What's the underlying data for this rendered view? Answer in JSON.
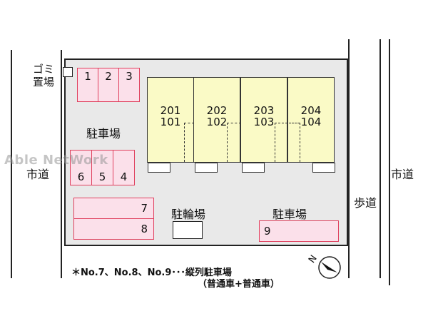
{
  "watermark": "Able NetWork",
  "labels": {
    "gomi_line1": "ゴミ",
    "gomi_line2": "置場",
    "parking_left": "駐車場",
    "city_road_left": "市道",
    "city_road_right": "市道",
    "sidewalk": "歩道",
    "bicycle_parking": "駐輪場",
    "parking_right": "駐車場"
  },
  "parking_top": [
    "1",
    "2",
    "3"
  ],
  "parking_mid": [
    "6",
    "5",
    "4"
  ],
  "parking_tandem": [
    "7",
    "8"
  ],
  "parking_right_space": "9",
  "units": [
    {
      "upper": "201",
      "lower": "101"
    },
    {
      "upper": "202",
      "lower": "102"
    },
    {
      "upper": "203",
      "lower": "103"
    },
    {
      "upper": "204",
      "lower": "104"
    }
  ],
  "note": {
    "line1": "＊No.7、No.8、No.9･･･縦列駐車場",
    "line2": "（普通車+普通車）"
  },
  "compass": {
    "letter": "N"
  },
  "colors": {
    "parking_fill": "#fbe0ea",
    "parking_border": "#e0405e",
    "unit_fill": "#fafac6",
    "lot_fill": "#e9e9e9"
  }
}
